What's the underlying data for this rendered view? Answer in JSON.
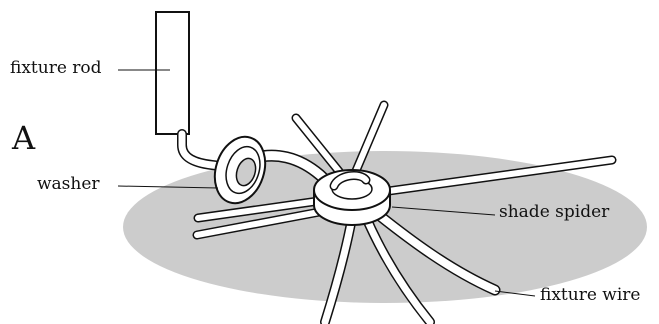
{
  "figure": {
    "panel_letter": "A",
    "labels": {
      "fixture_rod": "fixture rod",
      "washer": "washer",
      "shade_spider": "shade spider",
      "fixture_wire": "fixture wire"
    }
  },
  "colors": {
    "shade_fill": "#cccccc",
    "line": "#111111",
    "part_fill": "#ffffff"
  }
}
